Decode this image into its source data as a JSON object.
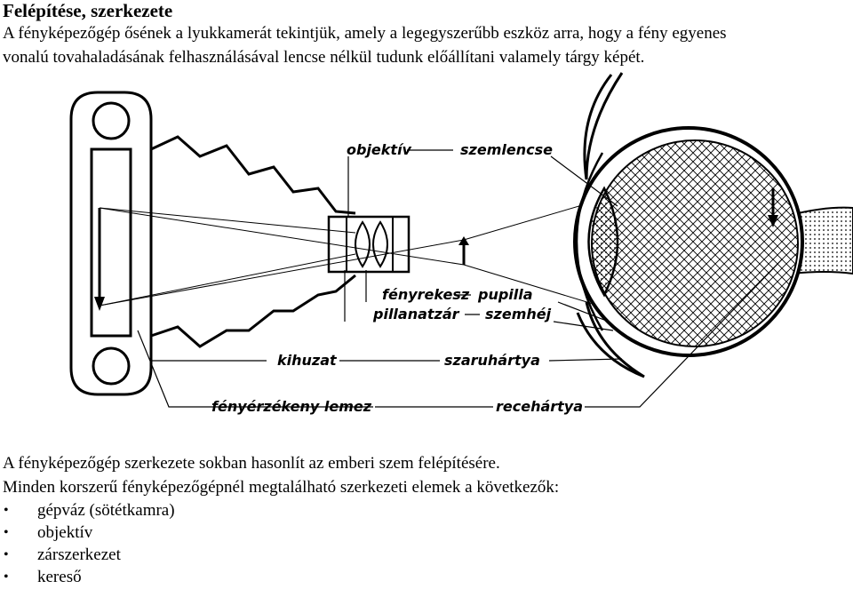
{
  "heading": "Felépítése, szerkezete",
  "intro": [
    "A fényképezőgép ősének a lyukkamerát tekintjük, amely a legegyszerűbb eszköz arra, hogy a fény egyenes",
    "vonalú tovahaladásának felhasználásával lencse nélkül tudunk előállítani valamely tárgy képét."
  ],
  "figure": {
    "labels": {
      "objektiv": "objektív",
      "szemlencse": "szemlencse",
      "fenyrekesz": "fényrekesz",
      "pupilla": "pupilla",
      "pillanatzar": "pillanatzár",
      "szemhej": "szemhéj",
      "kihuzat": "kihuzat",
      "szaruhartya": "szaruhártya",
      "fenyerzekeny_lemez": "fényérzékeny lemez",
      "recehartya": "recehártya"
    }
  },
  "body": [
    "A fényképezőgép szerkezete sokban hasonlít az emberi szem felépítésére.",
    "Minden korszerű fényképezőgépnél megtalálható szerkezeti elemek a következők:"
  ],
  "list": [
    "gépváz (sötétkamra)",
    "objektív",
    "zárszerkezet",
    "kereső"
  ],
  "bullet_glyph": "•"
}
